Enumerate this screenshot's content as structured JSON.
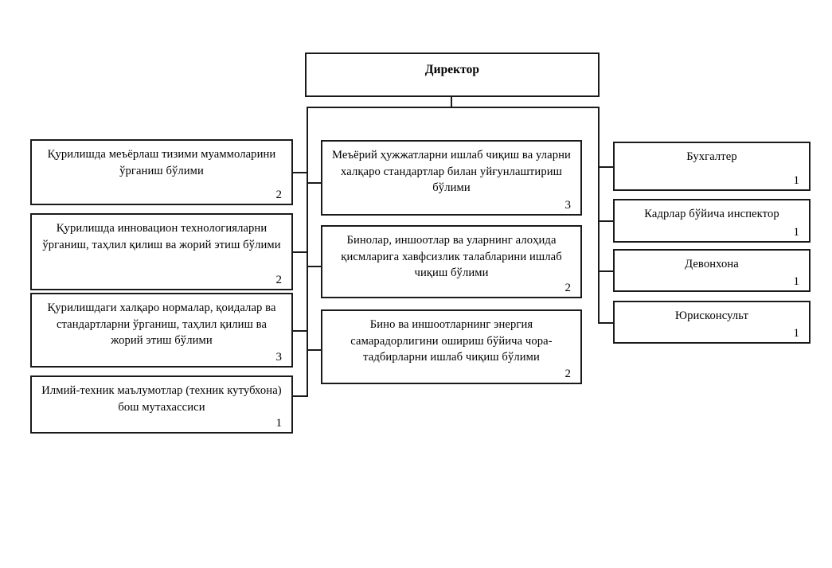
{
  "diagram": {
    "type": "organizational-chart",
    "title_text": "Директор",
    "line_color": "#1a1a1a",
    "background_color": "#ffffff",
    "root": {
      "label": "Директор",
      "count": ""
    },
    "left_branch": [
      {
        "label": "Қурилишда меъёрлаш тизими муаммоларини ўрганиш бўлими",
        "count": "2"
      },
      {
        "label": "Қурилишда инновацион технологияларни ўрганиш, таҳлил қилиш ва жорий этиш бўлими",
        "count": "2"
      },
      {
        "label": "Қурилишдаги халқаро нормалар, қоидалар ва стандартларни ўрганиш, таҳлил қилиш ва жорий этиш бўлими",
        "count": "3"
      },
      {
        "label": "Илмий-техник маълумотлар (техник кутубхона) бош мутахассиси",
        "count": "1"
      }
    ],
    "center_branch": [
      {
        "label": "Меъёрий ҳужжатларни ишлаб чиқиш ва уларни халқаро стандартлар билан уйғунлаштириш бўлими",
        "count": "3"
      },
      {
        "label": "Бинолар, иншоотлар ва уларнинг алоҳида қисмларига хавфсизлик талабларини ишлаб чиқиш бўлими",
        "count": "2"
      },
      {
        "label": "Бино ва иншоотларнинг энергия самарадорлигини ошириш бўйича чора-тадбирларни ишлаб чиқиш бўлими",
        "count": "2"
      }
    ],
    "right_branch": [
      {
        "label": "Бухгалтер",
        "count": "1"
      },
      {
        "label": "Кадрлар бўйича инспектор",
        "count": "1"
      },
      {
        "label": "Девонхона",
        "count": "1"
      },
      {
        "label": "Юрисконсульт",
        "count": "1"
      }
    ]
  }
}
